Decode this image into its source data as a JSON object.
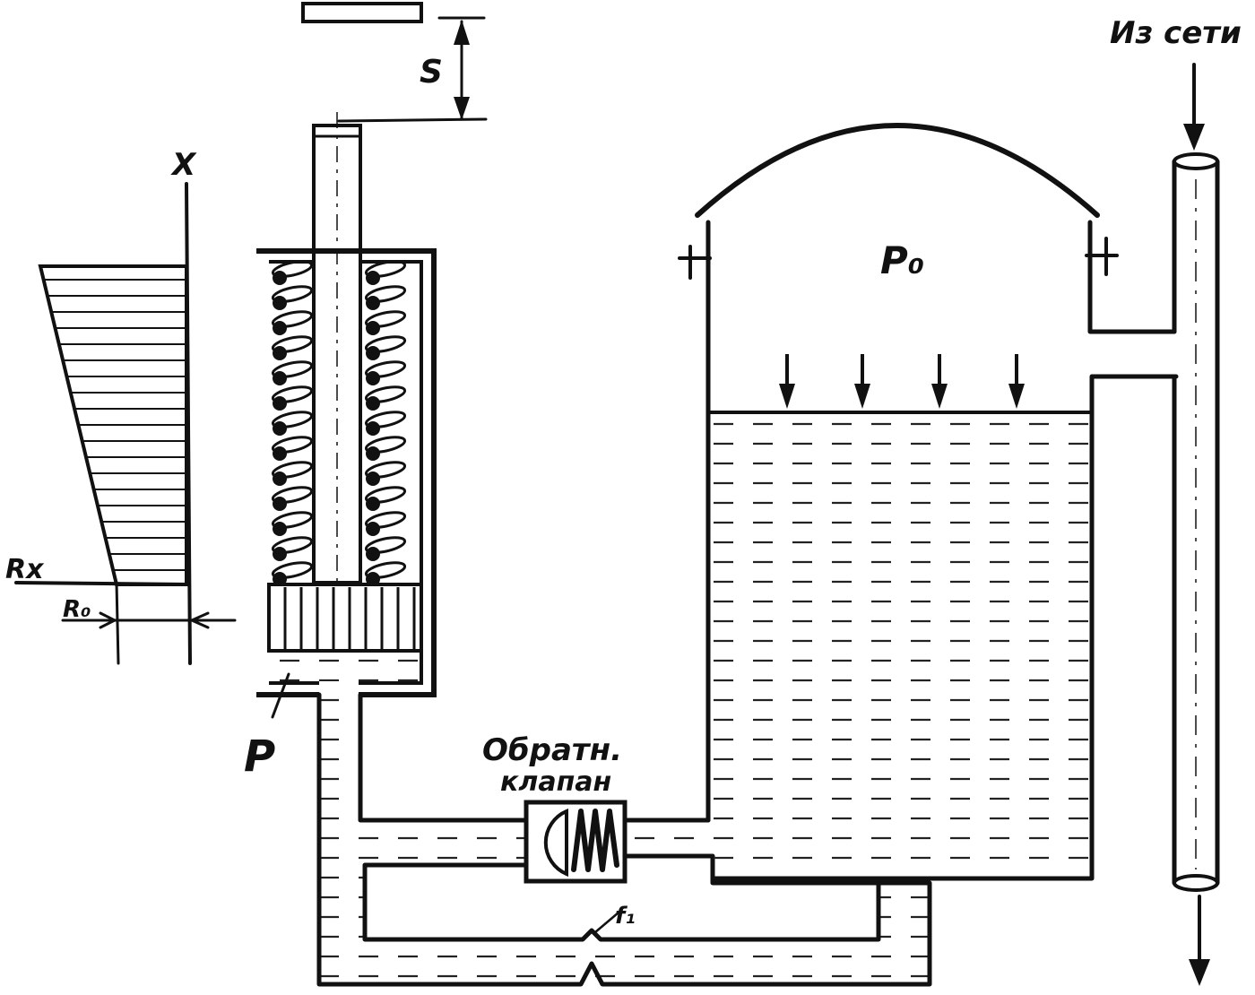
{
  "labels": {
    "stroke": "S",
    "axis_x": "X",
    "rx": "Rx",
    "r0": "R₀",
    "pressure_p": "P",
    "pressure_p0": "P₀",
    "valve_line1": "Обратн.",
    "valve_line2": "клапан",
    "from_network": "Из сети",
    "orifice": "f₁"
  },
  "colors": {
    "ink": "#111111",
    "liquid_dash": "#222222",
    "paper": "#ffffff"
  }
}
